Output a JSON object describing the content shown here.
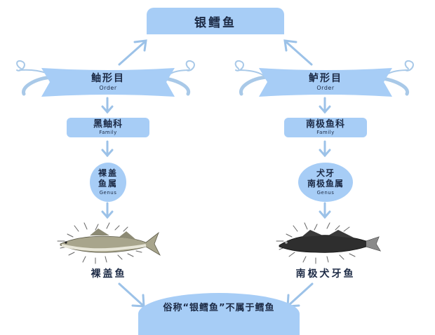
{
  "title": "银鳕鱼",
  "colors": {
    "box_fill": "#a7cdf6",
    "text": "#1c2a45",
    "arrow": "#9cc2e8",
    "background": "#ffffff"
  },
  "left_branch": {
    "order": {
      "label": "鲉形目",
      "sub": "Order"
    },
    "family": {
      "label": "黑鲉科",
      "sub": "Family"
    },
    "genus": {
      "label": "裸盖\n鱼属",
      "sub": "Genus"
    },
    "fish": {
      "label": "裸盖鱼",
      "image": "sablefish-illustration"
    }
  },
  "right_branch": {
    "order": {
      "label": "鲈形目",
      "sub": "Order"
    },
    "family": {
      "label": "南极鱼科",
      "sub": "Family"
    },
    "genus": {
      "label": "犬牙\n南极鱼属",
      "sub": "Genus"
    },
    "fish": {
      "label": "南极犬牙鱼",
      "image": "toothfish-illustration"
    }
  },
  "conclusion": "俗称“银鳕鱼”不属于鳕鱼"
}
